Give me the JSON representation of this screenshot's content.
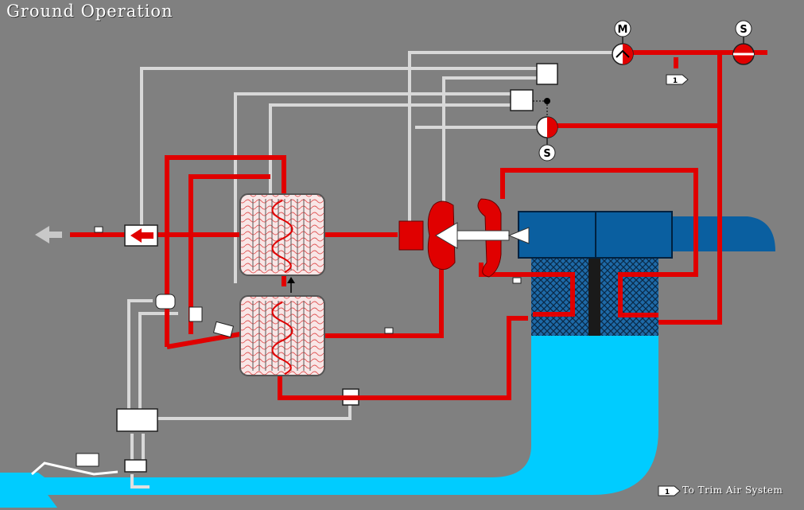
{
  "title": "Ground Operation",
  "legend": {
    "tag": "1",
    "text": "To Trim Air System"
  },
  "labels": {
    "motor_valve": "M",
    "shutoff_valve_top": "S",
    "sensor_valve": "S",
    "note_tag": "1"
  },
  "colors": {
    "background": "#808080",
    "hot_air": "#e00000",
    "bleed_line": "#d8d8d8",
    "water": "#00ccff",
    "turbine_body": "#0a5fa0"
  }
}
